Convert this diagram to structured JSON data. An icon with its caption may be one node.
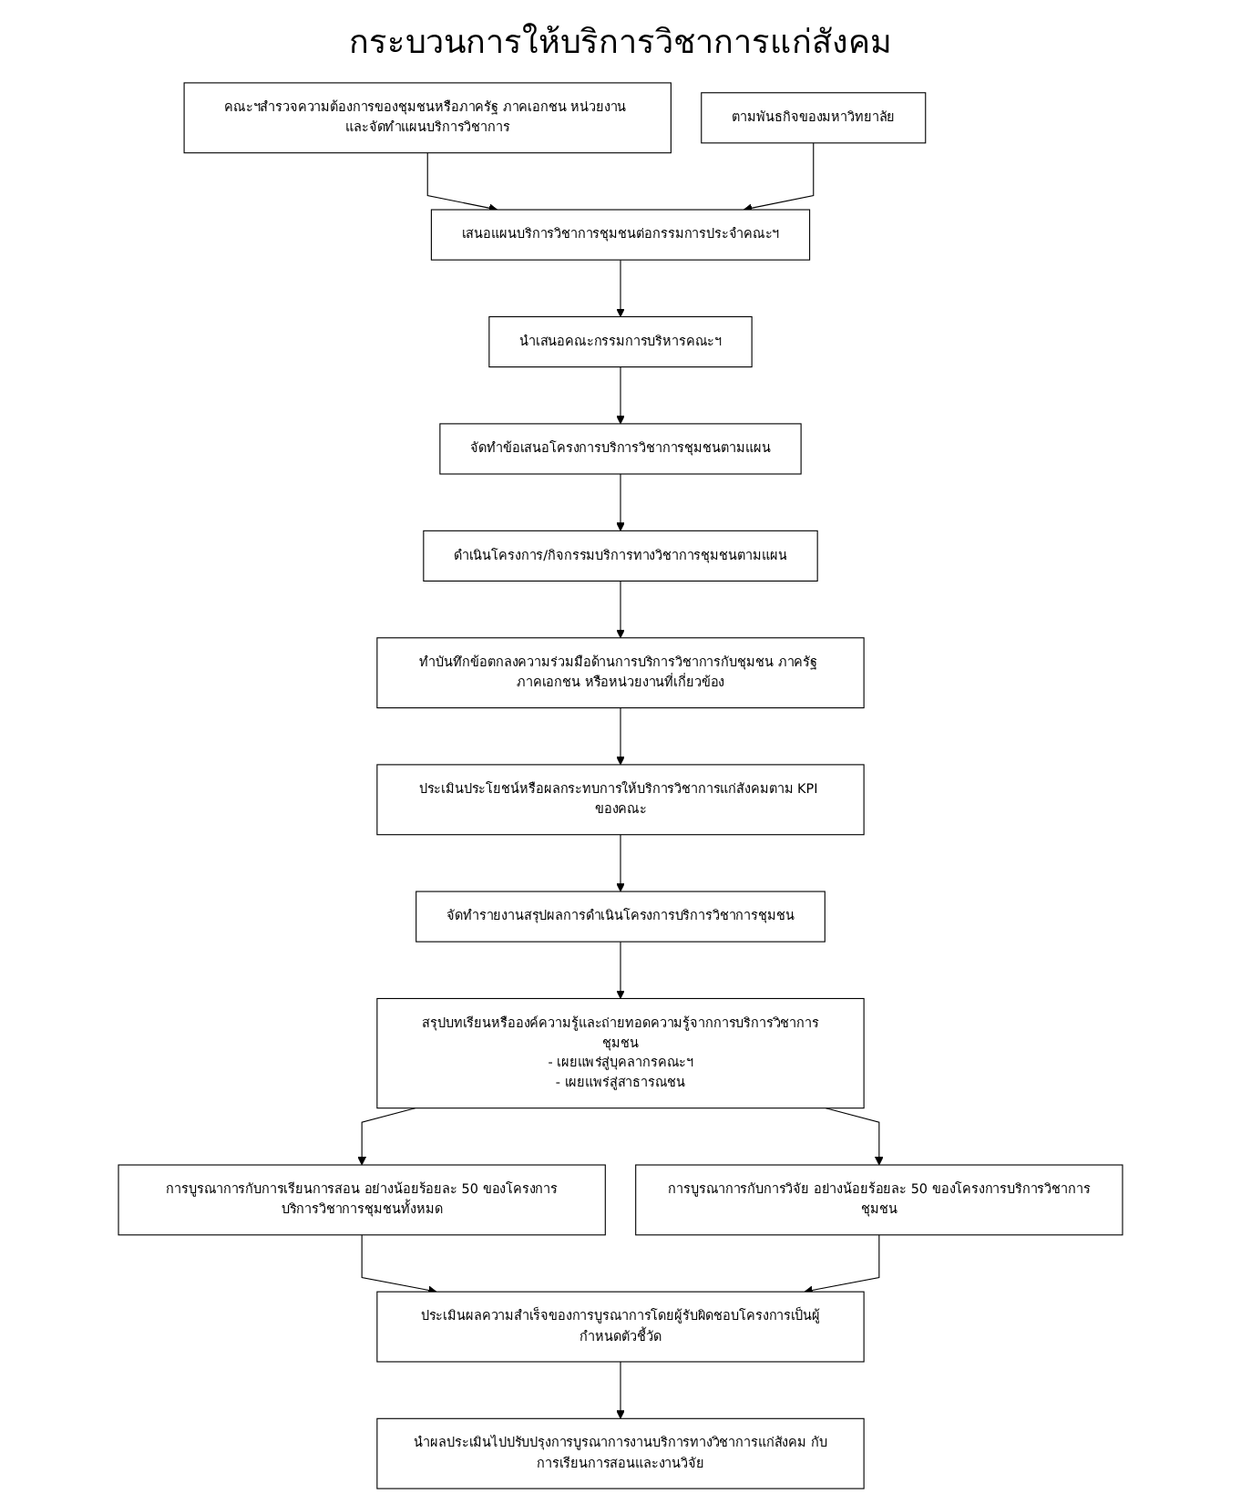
{
  "diagram": {
    "title": "กระบวนการให้บริการวิชาการแก่สังคม",
    "nodes": [
      {
        "text": [
          "คณะฯสำรวจความต้องการของชุมชนหรือภาครัฐ ภาคเอกชน หน่วยงาน และจัดทำแผนบริการวิชาการ"
        ]
      },
      {
        "text": [
          "เสนอแผนบริการวิชาการชุมชนต่อกรรมการประจำคณะฯ"
        ]
      },
      {
        "text": [
          "ตามพันธกิจของมหาวิทยาลัย"
        ]
      },
      {
        "text": [
          "นำเสนอคณะกรรมการบริหารคณะฯ"
        ]
      },
      {
        "text": [
          "จัดทำข้อเสนอโครงการบริการวิชาการชุมชนตามแผน"
        ]
      },
      {
        "text": [
          "ดำเนินโครงการ/กิจกรรมบริการทางวิชาการชุมชนตามแผน"
        ]
      },
      {
        "text": [
          "ทำบันทึกข้อตกลงความร่วมมือด้านการบริการวิชาการกับชุมชน ภาครัฐ ภาคเอกชน หรือหน่วยงานที่เกี่ยวข้อง"
        ]
      },
      {
        "text": [
          "ประเมินประโยชน์หรือผลกระทบการให้บริการวิชาการแก่สังคมตาม KPI ของคณะ"
        ]
      },
      {
        "text": [
          "จัดทำรายงานสรุปผลการดำเนินโครงการบริการวิชาการชุมชน"
        ]
      },
      {
        "text": [
          "สรุปบทเรียนหรือองค์ความรู้และถ่ายทอดความรู้จากการบริการวิชาการชุมชน",
          "- เผยแพร่สู่บุคลากรคณะฯ",
          "- เผยแพร่สู่สาธารณชน"
        ]
      },
      {
        "text": [
          "การบูรณาการกับการเรียนการสอน อย่างน้อยร้อยละ 50 ของโครงการบริการวิชาการชุมชนทั้งหมด"
        ]
      },
      {
        "text": [
          "การบูรณาการกับการวิจัย อย่างน้อยร้อยละ 50 ของโครงการบริการวิชาการชุมชน"
        ]
      },
      {
        "text": [
          "ประเมินผลความสำเร็จของการบูรณาการโดยผู้รับผิดชอบโครงการเป็นผู้กำหนดตัวชี้วัด"
        ]
      },
      {
        "text": [
          "นำผลประเมินไปปรับปรุงการบูรณาการงานบริการทางวิชาการแก่สังคม กับการเรียนการสอนและงานวิจัย"
        ]
      }
    ],
    "edges": [
      {
        "from": 0,
        "to": 1,
        "arrow": "to"
      },
      {
        "from": 2,
        "to": 1,
        "arrow": "to"
      },
      {
        "from": 1,
        "to": 3,
        "arrow": "to"
      },
      {
        "from": 3,
        "to": 4,
        "arrow": "to"
      },
      {
        "from": 4,
        "to": 5,
        "arrow": "to"
      },
      {
        "from": 5,
        "to": 6,
        "arrow": "to"
      },
      {
        "from": 6,
        "to": 7,
        "arrow": "to"
      },
      {
        "from": 7,
        "to": 8,
        "arrow": "to"
      },
      {
        "from": 8,
        "to": 9,
        "arrow": "to"
      },
      {
        "from": 9,
        "to": 10,
        "arrow": "to"
      },
      {
        "from": 9,
        "to": 11,
        "arrow": "to"
      },
      {
        "from": 10,
        "to": 12,
        "arrow": "to"
      },
      {
        "from": 11,
        "to": 12,
        "arrow": "to"
      },
      {
        "from": 12,
        "to": 13,
        "arrow": "to"
      }
    ]
  }
}
